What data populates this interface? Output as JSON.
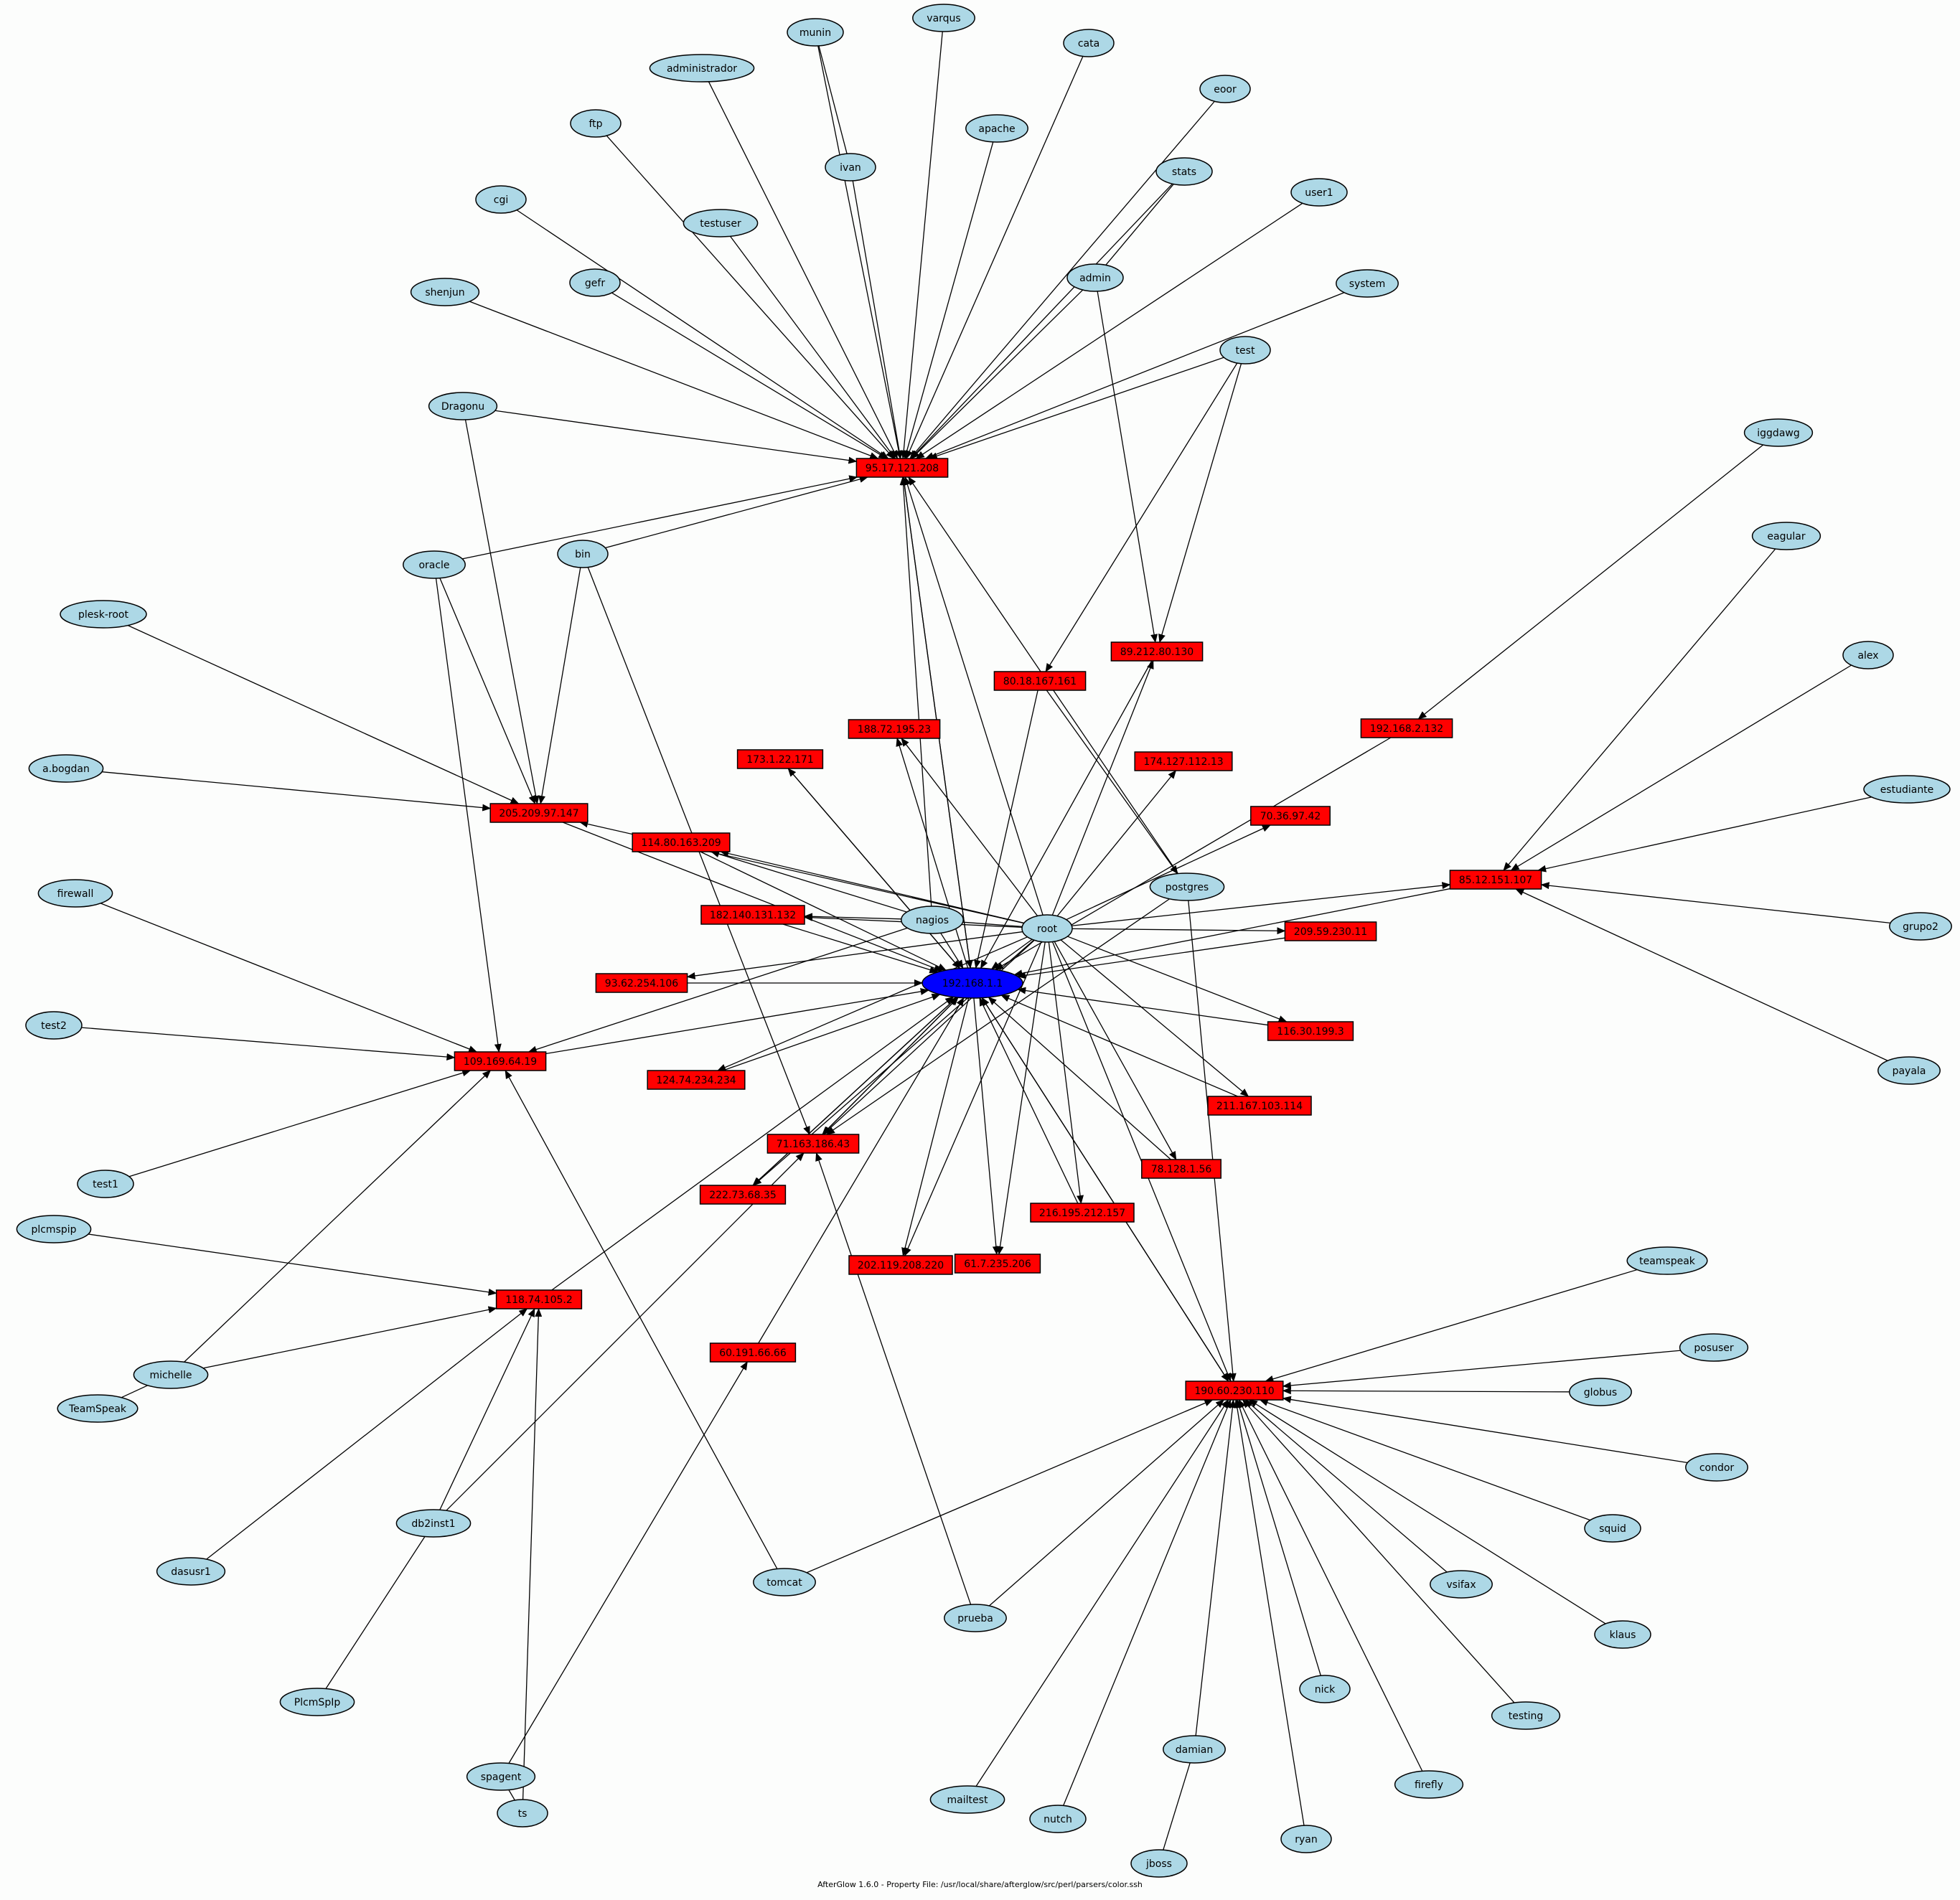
{
  "graph": {
    "center": "192.168.1.1",
    "nodes": [
      {
        "id": "192.168.1.1",
        "kind": "center"
      },
      {
        "id": "95.17.121.208",
        "kind": "ip"
      },
      {
        "id": "205.209.97.147",
        "kind": "ip"
      },
      {
        "id": "109.169.64.19",
        "kind": "ip"
      },
      {
        "id": "118.74.105.2",
        "kind": "ip"
      },
      {
        "id": "190.60.230.110",
        "kind": "ip"
      },
      {
        "id": "89.212.80.130",
        "kind": "ip"
      },
      {
        "id": "80.18.167.161",
        "kind": "ip"
      },
      {
        "id": "188.72.195.23",
        "kind": "ip"
      },
      {
        "id": "173.1.22.171",
        "kind": "ip"
      },
      {
        "id": "174.127.112.13",
        "kind": "ip"
      },
      {
        "id": "192.168.2.132",
        "kind": "ip"
      },
      {
        "id": "70.36.97.42",
        "kind": "ip"
      },
      {
        "id": "85.12.151.107",
        "kind": "ip"
      },
      {
        "id": "114.80.163.209",
        "kind": "ip"
      },
      {
        "id": "182.140.131.132",
        "kind": "ip"
      },
      {
        "id": "93.62.254.106",
        "kind": "ip"
      },
      {
        "id": "209.59.230.11",
        "kind": "ip"
      },
      {
        "id": "116.30.199.3",
        "kind": "ip"
      },
      {
        "id": "124.74.234.234",
        "kind": "ip"
      },
      {
        "id": "211.167.103.114",
        "kind": "ip"
      },
      {
        "id": "71.163.186.43",
        "kind": "ip"
      },
      {
        "id": "78.128.1.56",
        "kind": "ip"
      },
      {
        "id": "222.73.68.35",
        "kind": "ip"
      },
      {
        "id": "216.195.212.157",
        "kind": "ip"
      },
      {
        "id": "202.119.208.220",
        "kind": "ip"
      },
      {
        "id": "61.7.235.206",
        "kind": "ip"
      },
      {
        "id": "60.191.66.66",
        "kind": "ip"
      },
      {
        "id": "munin",
        "kind": "user"
      },
      {
        "id": "varqus",
        "kind": "user"
      },
      {
        "id": "cata",
        "kind": "user"
      },
      {
        "id": "administrador",
        "kind": "user"
      },
      {
        "id": "eoor",
        "kind": "user"
      },
      {
        "id": "ftp",
        "kind": "user"
      },
      {
        "id": "apache",
        "kind": "user"
      },
      {
        "id": "ivan",
        "kind": "user"
      },
      {
        "id": "stats",
        "kind": "user"
      },
      {
        "id": "cgi",
        "kind": "user"
      },
      {
        "id": "user1",
        "kind": "user"
      },
      {
        "id": "testuser",
        "kind": "user"
      },
      {
        "id": "admin",
        "kind": "user"
      },
      {
        "id": "gefr",
        "kind": "user"
      },
      {
        "id": "system",
        "kind": "user"
      },
      {
        "id": "shenjun",
        "kind": "user"
      },
      {
        "id": "test",
        "kind": "user"
      },
      {
        "id": "Dragonu",
        "kind": "user"
      },
      {
        "id": "iggdawg",
        "kind": "user"
      },
      {
        "id": "eagular",
        "kind": "user"
      },
      {
        "id": "bin",
        "kind": "user"
      },
      {
        "id": "oracle",
        "kind": "user"
      },
      {
        "id": "plesk-root",
        "kind": "user"
      },
      {
        "id": "alex",
        "kind": "user"
      },
      {
        "id": "estudiante",
        "kind": "user"
      },
      {
        "id": "a.bogdan",
        "kind": "user"
      },
      {
        "id": "postgres",
        "kind": "user"
      },
      {
        "id": "firewall",
        "kind": "user"
      },
      {
        "id": "nagios",
        "kind": "user"
      },
      {
        "id": "root",
        "kind": "user"
      },
      {
        "id": "grupo2",
        "kind": "user"
      },
      {
        "id": "test2",
        "kind": "user"
      },
      {
        "id": "payala",
        "kind": "user"
      },
      {
        "id": "test1",
        "kind": "user"
      },
      {
        "id": "plcmspip",
        "kind": "user"
      },
      {
        "id": "teamspeak",
        "kind": "user"
      },
      {
        "id": "posuser",
        "kind": "user"
      },
      {
        "id": "michelle",
        "kind": "user"
      },
      {
        "id": "globus",
        "kind": "user"
      },
      {
        "id": "TeamSpeak",
        "kind": "user"
      },
      {
        "id": "condor",
        "kind": "user"
      },
      {
        "id": "db2inst1",
        "kind": "user"
      },
      {
        "id": "squid",
        "kind": "user"
      },
      {
        "id": "dasusr1",
        "kind": "user"
      },
      {
        "id": "tomcat",
        "kind": "user"
      },
      {
        "id": "vsifax",
        "kind": "user"
      },
      {
        "id": "prueba",
        "kind": "user"
      },
      {
        "id": "klaus",
        "kind": "user"
      },
      {
        "id": "PlcmSpIp",
        "kind": "user"
      },
      {
        "id": "nick",
        "kind": "user"
      },
      {
        "id": "testing",
        "kind": "user"
      },
      {
        "id": "damian",
        "kind": "user"
      },
      {
        "id": "spagent",
        "kind": "user"
      },
      {
        "id": "mailtest",
        "kind": "user"
      },
      {
        "id": "firefly",
        "kind": "user"
      },
      {
        "id": "ts",
        "kind": "user"
      },
      {
        "id": "nutch",
        "kind": "user"
      },
      {
        "id": "ryan",
        "kind": "user"
      },
      {
        "id": "jboss",
        "kind": "user"
      }
    ],
    "edges": [
      [
        "munin",
        "95.17.121.208"
      ],
      [
        "varqus",
        "95.17.121.208"
      ],
      [
        "cata",
        "95.17.121.208"
      ],
      [
        "administrador",
        "95.17.121.208"
      ],
      [
        "eoor",
        "95.17.121.208"
      ],
      [
        "ftp",
        "95.17.121.208"
      ],
      [
        "apache",
        "95.17.121.208"
      ],
      [
        "ivan",
        "95.17.121.208"
      ],
      [
        "stats",
        "95.17.121.208"
      ],
      [
        "cgi",
        "95.17.121.208"
      ],
      [
        "user1",
        "95.17.121.208"
      ],
      [
        "testuser",
        "95.17.121.208"
      ],
      [
        "admin",
        "95.17.121.208"
      ],
      [
        "gefr",
        "95.17.121.208"
      ],
      [
        "system",
        "95.17.121.208"
      ],
      [
        "shenjun",
        "95.17.121.208"
      ],
      [
        "test",
        "95.17.121.208"
      ],
      [
        "Dragonu",
        "95.17.121.208"
      ],
      [
        "oracle",
        "95.17.121.208"
      ],
      [
        "bin",
        "95.17.121.208"
      ],
      [
        "root",
        "95.17.121.208"
      ],
      [
        "postgres",
        "95.17.121.208"
      ],
      [
        "nagios",
        "95.17.121.208"
      ],
      [
        "admin",
        "89.212.80.130"
      ],
      [
        "test",
        "89.212.80.130"
      ],
      [
        "root",
        "89.212.80.130"
      ],
      [
        "test",
        "80.18.167.161"
      ],
      [
        "iggdawg",
        "192.168.2.132"
      ],
      [
        "eagular",
        "85.12.151.107"
      ],
      [
        "alex",
        "85.12.151.107"
      ],
      [
        "estudiante",
        "85.12.151.107"
      ],
      [
        "grupo2",
        "85.12.151.107"
      ],
      [
        "payala",
        "85.12.151.107"
      ],
      [
        "root",
        "85.12.151.107"
      ],
      [
        "Dragonu",
        "205.209.97.147"
      ],
      [
        "oracle",
        "205.209.97.147"
      ],
      [
        "bin",
        "205.209.97.147"
      ],
      [
        "plesk-root",
        "205.209.97.147"
      ],
      [
        "a.bogdan",
        "205.209.97.147"
      ],
      [
        "root",
        "205.209.97.147"
      ],
      [
        "oracle",
        "109.169.64.19"
      ],
      [
        "firewall",
        "109.169.64.19"
      ],
      [
        "test2",
        "109.169.64.19"
      ],
      [
        "test1",
        "109.169.64.19"
      ],
      [
        "michelle",
        "109.169.64.19"
      ],
      [
        "tomcat",
        "109.169.64.19"
      ],
      [
        "nagios",
        "109.169.64.19"
      ],
      [
        "plcmspip",
        "118.74.105.2"
      ],
      [
        "michelle",
        "118.74.105.2"
      ],
      [
        "dasusr1",
        "118.74.105.2"
      ],
      [
        "db2inst1",
        "118.74.105.2"
      ],
      [
        "ts",
        "118.74.105.2"
      ],
      [
        "bin",
        "71.163.186.43"
      ],
      [
        "db2inst1",
        "71.163.186.43"
      ],
      [
        "prueba",
        "71.163.186.43"
      ],
      [
        "root",
        "71.163.186.43"
      ],
      [
        "postgres",
        "71.163.186.43"
      ],
      [
        "spagent",
        "60.191.66.66"
      ],
      [
        "teamspeak",
        "190.60.230.110"
      ],
      [
        "posuser",
        "190.60.230.110"
      ],
      [
        "globus",
        "190.60.230.110"
      ],
      [
        "condor",
        "190.60.230.110"
      ],
      [
        "squid",
        "190.60.230.110"
      ],
      [
        "vsifax",
        "190.60.230.110"
      ],
      [
        "klaus",
        "190.60.230.110"
      ],
      [
        "testing",
        "190.60.230.110"
      ],
      [
        "nick",
        "190.60.230.110"
      ],
      [
        "firefly",
        "190.60.230.110"
      ],
      [
        "ryan",
        "190.60.230.110"
      ],
      [
        "damian",
        "190.60.230.110"
      ],
      [
        "nutch",
        "190.60.230.110"
      ],
      [
        "mailtest",
        "190.60.230.110"
      ],
      [
        "prueba",
        "190.60.230.110"
      ],
      [
        "tomcat",
        "190.60.230.110"
      ],
      [
        "postgres",
        "190.60.230.110"
      ],
      [
        "root",
        "190.60.230.110"
      ],
      [
        "root",
        "188.72.195.23"
      ],
      [
        "root",
        "174.127.112.13"
      ],
      [
        "root",
        "70.36.97.42"
      ],
      [
        "root",
        "114.80.163.209"
      ],
      [
        "root",
        "182.140.131.132"
      ],
      [
        "root",
        "93.62.254.106"
      ],
      [
        "root",
        "209.59.230.11"
      ],
      [
        "root",
        "116.30.199.3"
      ],
      [
        "root",
        "124.74.234.234"
      ],
      [
        "root",
        "211.167.103.114"
      ],
      [
        "root",
        "78.128.1.56"
      ],
      [
        "root",
        "222.73.68.35"
      ],
      [
        "root",
        "216.195.212.157"
      ],
      [
        "root",
        "202.119.208.220"
      ],
      [
        "root",
        "61.7.235.206"
      ],
      [
        "root",
        "192.168.1.1"
      ],
      [
        "nagios",
        "192.168.1.1"
      ],
      [
        "nagios",
        "114.80.163.209"
      ],
      [
        "nagios",
        "182.140.131.132"
      ],
      [
        "95.17.121.208",
        "192.168.1.1"
      ],
      [
        "205.209.97.147",
        "192.168.1.1"
      ],
      [
        "109.169.64.19",
        "192.168.1.1"
      ],
      [
        "118.74.105.2",
        "192.168.1.1"
      ],
      [
        "190.60.230.110",
        "192.168.1.1"
      ],
      [
        "89.212.80.130",
        "192.168.1.1"
      ],
      [
        "80.18.167.161",
        "192.168.1.1"
      ],
      [
        "173.1.22.171",
        "192.168.1.1"
      ],
      [
        "192.168.2.132",
        "192.168.1.1"
      ],
      [
        "85.12.151.107",
        "192.168.1.1"
      ],
      [
        "114.80.163.209",
        "192.168.1.1"
      ],
      [
        "182.140.131.132",
        "192.168.1.1"
      ],
      [
        "93.62.254.106",
        "192.168.1.1"
      ],
      [
        "209.59.230.11",
        "192.168.1.1"
      ],
      [
        "116.30.199.3",
        "192.168.1.1"
      ],
      [
        "124.74.234.234",
        "192.168.1.1"
      ],
      [
        "211.167.103.114",
        "192.168.1.1"
      ],
      [
        "71.163.186.43",
        "192.168.1.1"
      ],
      [
        "78.128.1.56",
        "192.168.1.1"
      ],
      [
        "222.73.68.35",
        "192.168.1.1"
      ],
      [
        "216.195.212.157",
        "192.168.1.1"
      ],
      [
        "60.191.66.66",
        "192.168.1.1"
      ],
      [
        "192.168.1.1",
        "173.1.22.171"
      ],
      [
        "192.168.1.1",
        "188.72.195.23"
      ],
      [
        "192.168.1.1",
        "71.163.186.43"
      ],
      [
        "192.168.1.1",
        "95.17.121.208"
      ],
      [
        "192.168.1.1",
        "61.7.235.206"
      ],
      [
        "192.168.1.1",
        "202.119.208.220"
      ],
      [
        "192.168.1.1",
        "190.60.230.110"
      ],
      [
        "192.168.1.1",
        "222.73.68.35"
      ],
      [
        "admin",
        "stats"
      ],
      [
        "damian",
        "jboss"
      ],
      [
        "michelle",
        "TeamSpeak"
      ],
      [
        "db2inst1",
        "PlcmSpIp"
      ],
      [
        "spagent",
        "ts"
      ],
      [
        "ivan",
        "munin"
      ],
      [
        "80.18.167.161",
        "postgres"
      ],
      [
        "root",
        "nagios"
      ]
    ],
    "caption": "AfterGlow 1.6.0 - Property File: /usr/local/share/afterglow/src/perl/parsers/color.ssh"
  },
  "colors": {
    "user": "#add8e6",
    "ip": "#ff0000",
    "center": "#0000ff",
    "background": "#fcfdfc"
  }
}
